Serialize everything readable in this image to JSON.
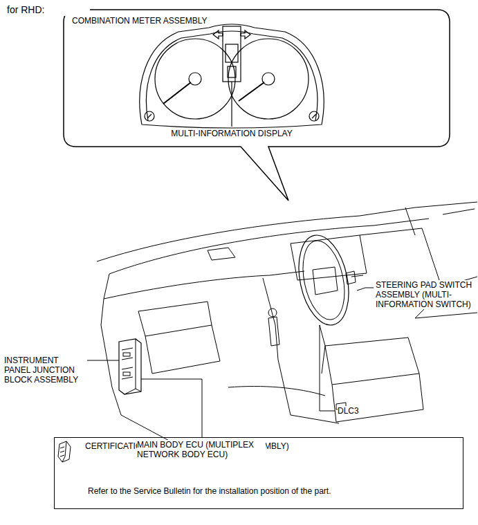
{
  "diagram": {
    "nodes": [
      {
        "text": [
          "COMBINATION METER ASSEMBLY",
          "MULTI-INFORMATION DISPLAY"
        ]
      },
      {
        "text": [
          "CERTIFICATION ECU (SMART KEY ECU ASSEMBLY)",
          "Refer to the Service Bulletin for the installation position of the part."
        ]
      }
    ],
    "edges": [],
    "labels": [
      "for RHD:",
      "STEERING PAD SWITCH ASSEMBLY (MULTI-INFORMATION SWITCH)",
      "INSTRUMENT PANEL JUNCTION BLOCK ASSEMBLY",
      "MAIN BODY ECU (MULTIPLEX NETWORK BODY ECU)",
      "DLC3"
    ]
  }
}
